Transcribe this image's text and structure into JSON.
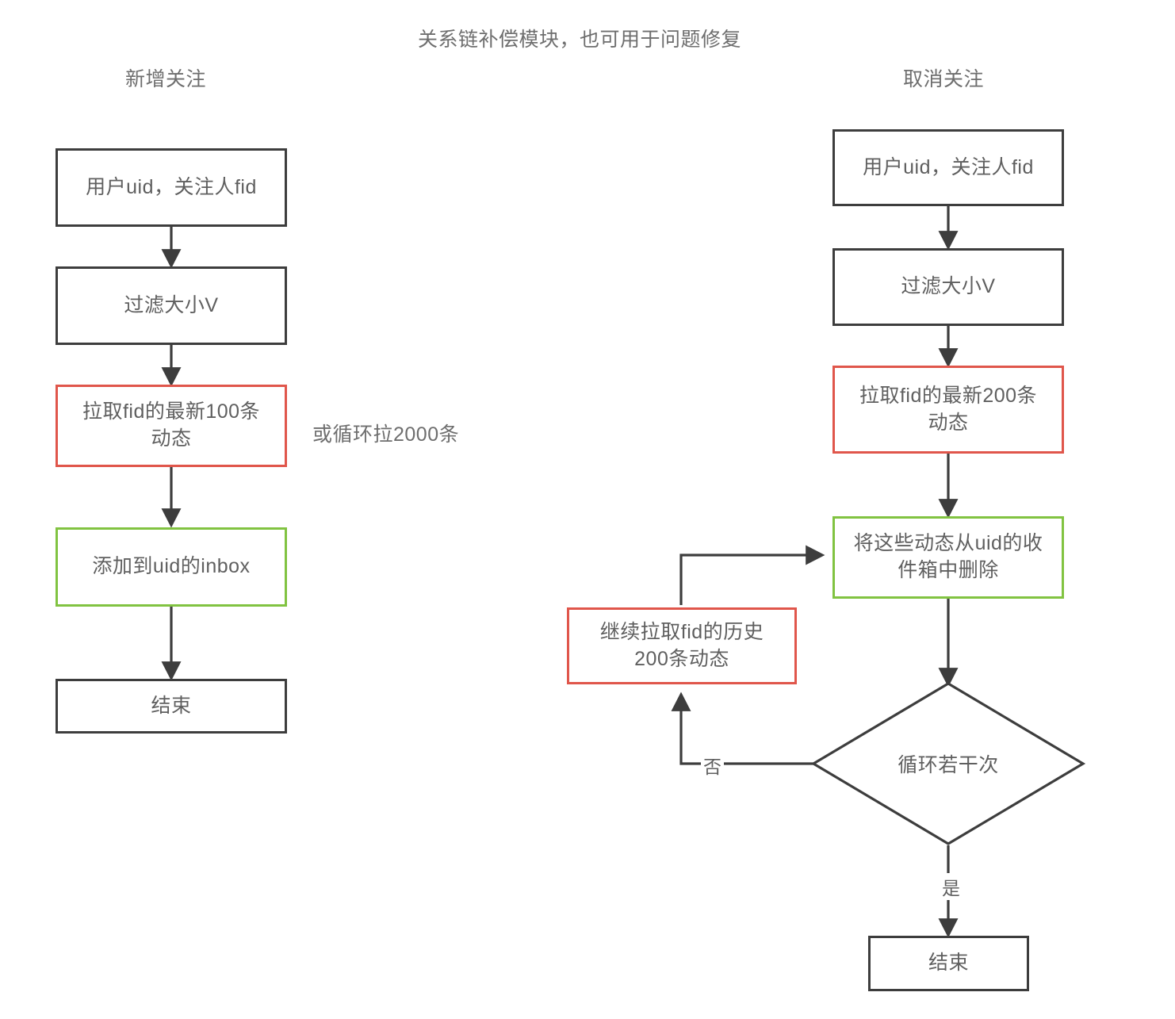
{
  "diagram": {
    "title": "关系链补偿模块，也可用于问题修复",
    "columns": [
      {
        "id": "follow",
        "header": "新增关注"
      },
      {
        "id": "unfollow",
        "header": "取消关注"
      }
    ],
    "annotations": [
      {
        "id": "loop-note",
        "text": "或循环拉2000条"
      }
    ],
    "left_flow": {
      "nodes": [
        {
          "id": "l-start",
          "label": "用户uid，关注人fid",
          "shape": "rect",
          "color": "#3d3d3d"
        },
        {
          "id": "l-filter",
          "label": "过滤大小V",
          "shape": "rect",
          "color": "#3d3d3d"
        },
        {
          "id": "l-pull",
          "label": "拉取fid的最新100条\n动态",
          "shape": "rect",
          "color": "#e0564b"
        },
        {
          "id": "l-inbox",
          "label": "添加到uid的inbox",
          "shape": "rect",
          "color": "#81c341"
        },
        {
          "id": "l-end",
          "label": "结束",
          "shape": "rect",
          "color": "#3d3d3d"
        }
      ],
      "edges": [
        {
          "from": "l-start",
          "to": "l-filter",
          "label": ""
        },
        {
          "from": "l-filter",
          "to": "l-pull",
          "label": ""
        },
        {
          "from": "l-pull",
          "to": "l-inbox",
          "label": ""
        },
        {
          "from": "l-inbox",
          "to": "l-end",
          "label": ""
        }
      ]
    },
    "right_flow": {
      "nodes": [
        {
          "id": "r-start",
          "label": "用户uid，关注人fid",
          "shape": "rect",
          "color": "#3d3d3d"
        },
        {
          "id": "r-filter",
          "label": "过滤大小V",
          "shape": "rect",
          "color": "#3d3d3d"
        },
        {
          "id": "r-pull",
          "label": "拉取fid的最新200条\n动态",
          "shape": "rect",
          "color": "#e0564b"
        },
        {
          "id": "r-delete",
          "label": "将这些动态从uid的收\n件箱中删除",
          "shape": "rect",
          "color": "#81c341"
        },
        {
          "id": "r-loop",
          "label": "循环若干次",
          "shape": "diamond",
          "color": "#3d3d3d"
        },
        {
          "id": "r-history",
          "label": "继续拉取fid的历史\n200条动态",
          "shape": "rect",
          "color": "#e0564b"
        },
        {
          "id": "r-end",
          "label": "结束",
          "shape": "rect",
          "color": "#3d3d3d"
        }
      ],
      "edges": [
        {
          "from": "r-start",
          "to": "r-filter",
          "label": ""
        },
        {
          "from": "r-filter",
          "to": "r-pull",
          "label": ""
        },
        {
          "from": "r-pull",
          "to": "r-delete",
          "label": ""
        },
        {
          "from": "r-delete",
          "to": "r-loop",
          "label": ""
        },
        {
          "from": "r-loop",
          "to": "r-history",
          "label": "否"
        },
        {
          "from": "r-history",
          "to": "r-delete",
          "label": ""
        },
        {
          "from": "r-loop",
          "to": "r-end",
          "label": "是"
        }
      ]
    },
    "edge_labels": {
      "no": "否",
      "yes": "是"
    },
    "colors": {
      "stroke_default": "#3d3d3d",
      "stroke_red": "#e0564b",
      "stroke_green": "#81c341",
      "text": "#5f5f5f",
      "background": "#ffffff"
    }
  }
}
